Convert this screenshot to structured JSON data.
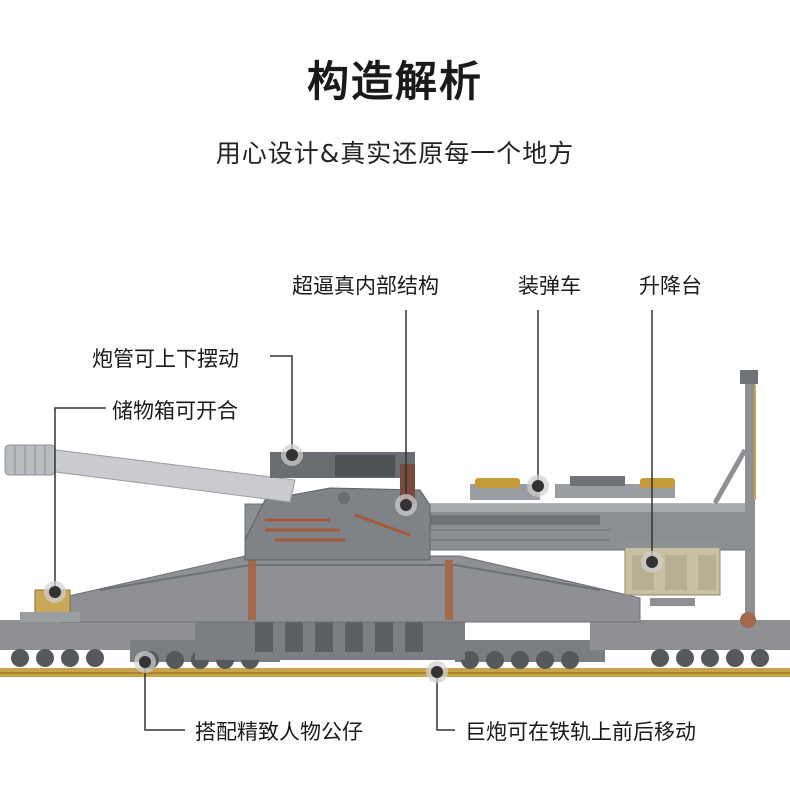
{
  "header": {
    "title": "构造解析",
    "subtitle": "用心设计&真实还原每一个地方"
  },
  "callouts": {
    "internal": "超逼真内部结构",
    "loader": "装弹车",
    "lift": "升降台",
    "barrel": "炮管可上下摆动",
    "storage": "储物箱可开合",
    "figures": "搭配精致人物公仔",
    "rail": "巨炮可在铁轨上前后移动"
  },
  "colors": {
    "hull": "#8e9094",
    "hull_dark": "#5f6266",
    "barrel": "#c9cbce",
    "rail": "#c9a24a",
    "accent": "#c79a3a",
    "line": "#333333"
  }
}
